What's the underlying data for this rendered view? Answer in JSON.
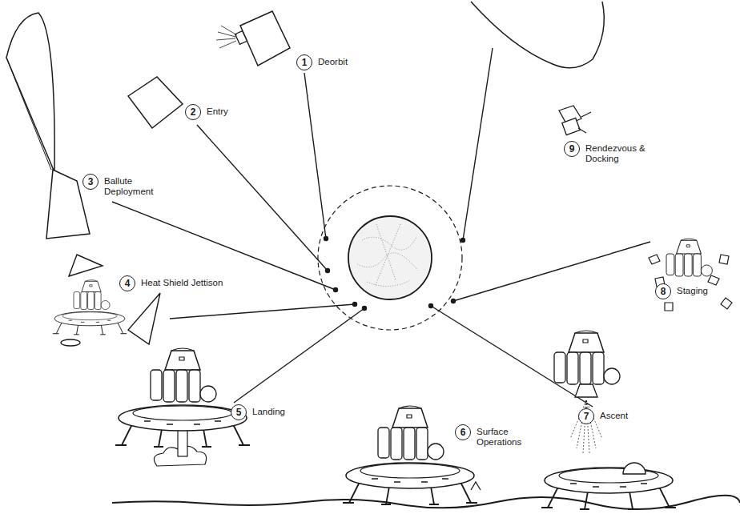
{
  "diagram": {
    "nodes": [
      {
        "text": [
          "1",
          "Deorbit"
        ]
      },
      {
        "text": [
          "2",
          "Entry"
        ]
      },
      {
        "text": [
          "3",
          "Ballute Deployment"
        ]
      },
      {
        "text": [
          "4",
          "Heat Shield Jettison"
        ]
      },
      {
        "text": [
          "5",
          "Landing"
        ]
      },
      {
        "text": [
          "6",
          "Surface Operations"
        ]
      },
      {
        "text": [
          "7",
          "Ascent"
        ]
      },
      {
        "text": [
          "8",
          "Staging"
        ]
      },
      {
        "text": [
          "9",
          "Rendezvous & Docking"
        ]
      }
    ]
  }
}
